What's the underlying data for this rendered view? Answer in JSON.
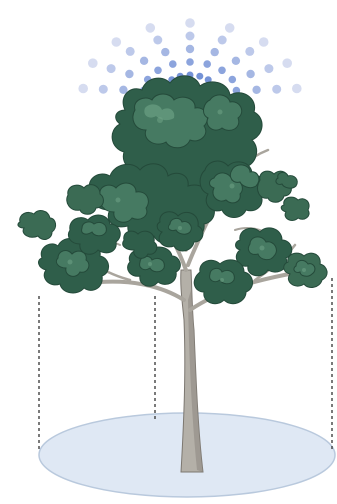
{
  "illustration": {
    "subject": "tree-canopy-rain-and-drip-zone",
    "icons": [
      "tree-icon",
      "raindrop-icon",
      "ground-zone-icon"
    ],
    "colors": {
      "canopy_dark": "#2f5e4a",
      "canopy_mid": "#467a62",
      "canopy_light": "#5f9479",
      "canopy_outline": "#244a3a",
      "trunk": "#b4b0a8",
      "trunk_shadow": "#8f8b84",
      "trunk_outline": "#7c7770",
      "ground_fill": "#dfe8f4",
      "ground_outline": "#b9c9dd",
      "rain_near": "#5b7fd0",
      "rain_far": "#d6dcf0",
      "dash_line": "#333333"
    },
    "rain_columns": 9,
    "rain_rows": 6
  }
}
